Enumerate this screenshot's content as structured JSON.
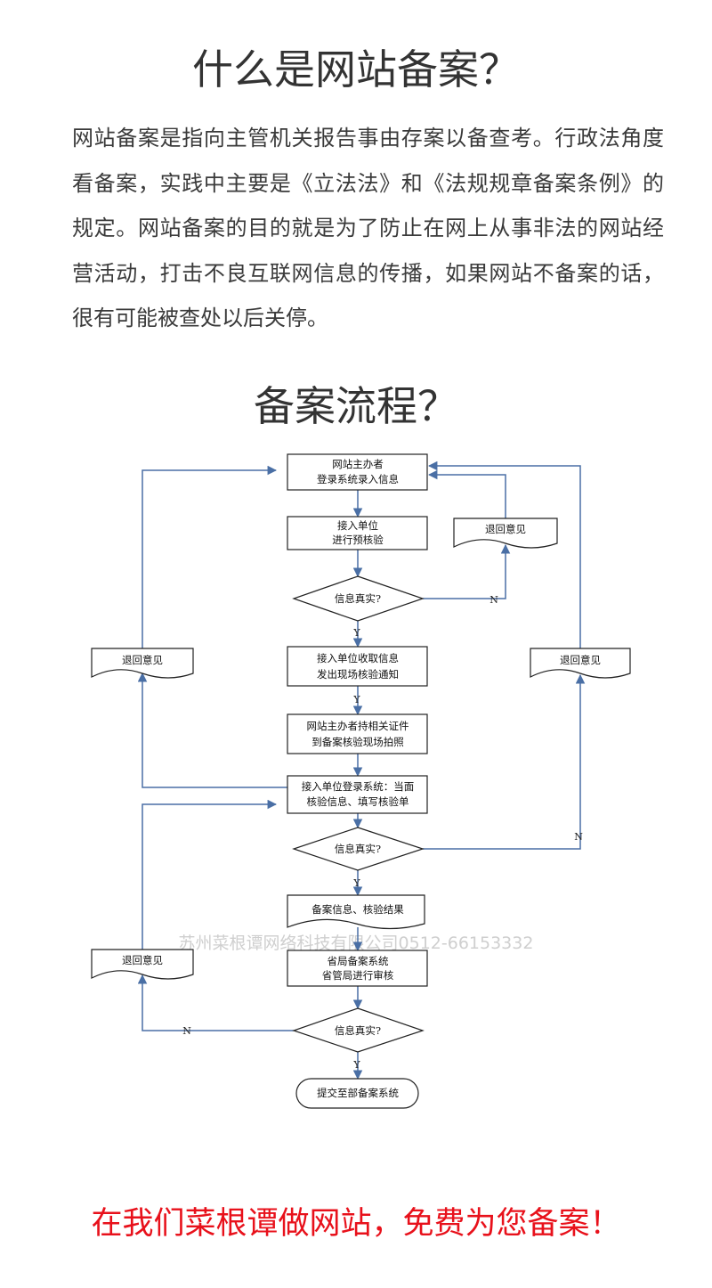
{
  "section1": {
    "title": "什么是网站备案？",
    "paragraph": "网站备案是指向主管机关报告事由存案以备查考。行政法角度看备案，实践中主要是《立法法》和《法规规章备案条例》的规定。网站备案的目的就是为了防止在网上从事非法的网站经营活动，打击不良互联网信息的传播，如果网站不备案的话，很有可能被查处以后关停。"
  },
  "section2": {
    "title": "备案流程？"
  },
  "flowchart": {
    "nodes": {
      "n1": [
        "网站主办者",
        "登录系统录入信息"
      ],
      "n2": [
        "接入单位",
        "进行预核验"
      ],
      "d1": "信息真实?",
      "n3": [
        "接入单位收取信息",
        "发出现场核验通知"
      ],
      "n4": [
        "网站主办者持相关证件",
        "到备案核验现场拍照"
      ],
      "n5": [
        "接入单位登录系统：当面",
        "核验信息、填写核验单"
      ],
      "d2": "信息真实?",
      "n6": "备案信息、核验结果",
      "n7": [
        "省局备案系统",
        "省管局进行审核"
      ],
      "d3": "信息真实?",
      "end": "提交至部备案系统",
      "r1": "退回意见",
      "r2": "退回意见",
      "r3": "退回意见",
      "r4": "退回意见"
    },
    "edge_labels": {
      "d1_yes": "Y",
      "d1_no": "N",
      "n3_out": "Y",
      "d2_yes": "Y",
      "d2_no": "N",
      "d3_yes": "Y",
      "d3_no": "N"
    },
    "watermark": "苏州菜根谭网络科技有限公司0512-66153332",
    "line_color": "#4a6fa5"
  },
  "promo": "在我们菜根谭做网站，免费为您备案！"
}
